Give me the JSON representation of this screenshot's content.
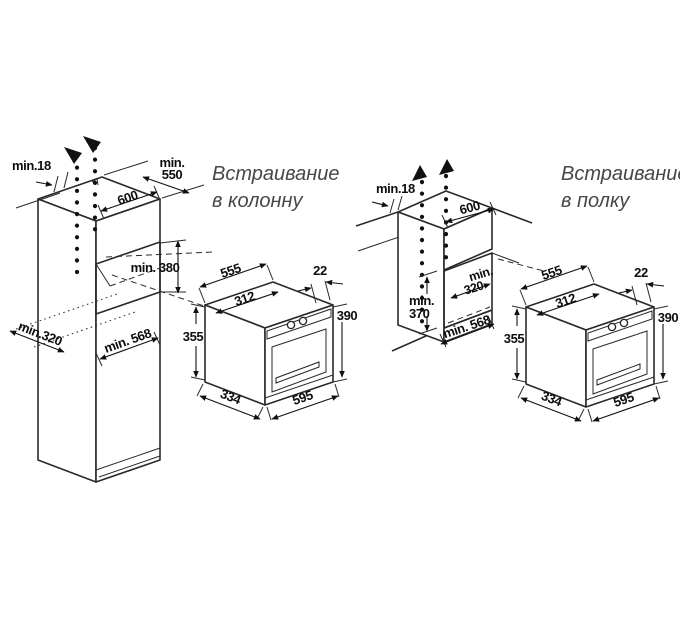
{
  "titles": {
    "left": {
      "line1": "Встраивание",
      "line2": "в колонну"
    },
    "right": {
      "line1": "Встраивание",
      "line2": "в полку"
    }
  },
  "column_diagram": {
    "gap_top": "min.18",
    "top_clearance_l1": "min.",
    "top_clearance_l2": "550",
    "top_width": "600",
    "niche_height": "min. 380",
    "vent_depth": "min.320",
    "niche_depth": "min. 568"
  },
  "shelf_diagram": {
    "gap_top": "min.18",
    "top_width": "600",
    "vent_l1": "min.",
    "vent_l2": "320",
    "niche_height_l1": "min.",
    "niche_height_l2": "370",
    "niche_depth": "min. 568"
  },
  "oven_dimensions": {
    "top_depth": "555",
    "frame_gap": "22",
    "top_opening": "312",
    "front_height": "390",
    "side_height": "355",
    "bottom_depth": "334",
    "front_width": "595"
  },
  "colors": {
    "line": "#2a2a2a",
    "text": "#0d0d0d",
    "title": "#474747",
    "background": "#ffffff"
  }
}
